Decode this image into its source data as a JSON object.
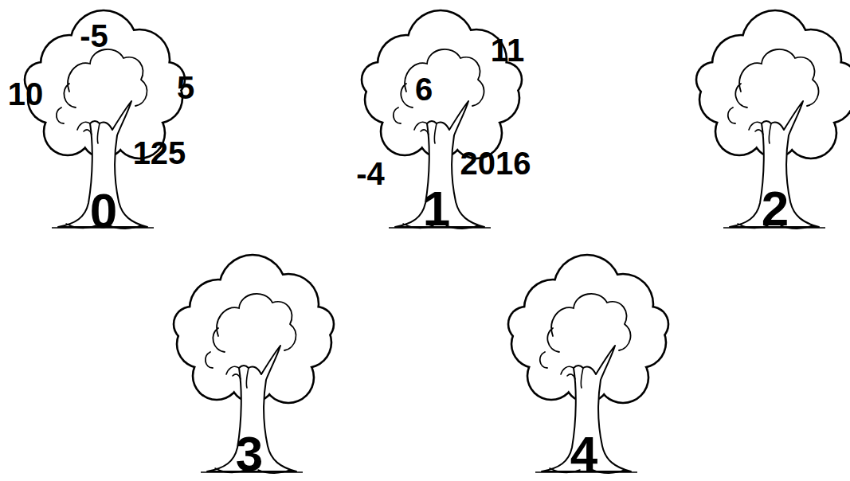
{
  "diagram": {
    "nodes": [
      {
        "text": [
          "-5",
          "10",
          "5",
          "125",
          "0"
        ]
      },
      {
        "text": [
          "11",
          "6",
          "2016",
          "-4",
          "1"
        ]
      },
      {
        "text": [
          "2"
        ]
      },
      {
        "text": [
          "3"
        ]
      },
      {
        "text": [
          "4"
        ]
      }
    ]
  }
}
